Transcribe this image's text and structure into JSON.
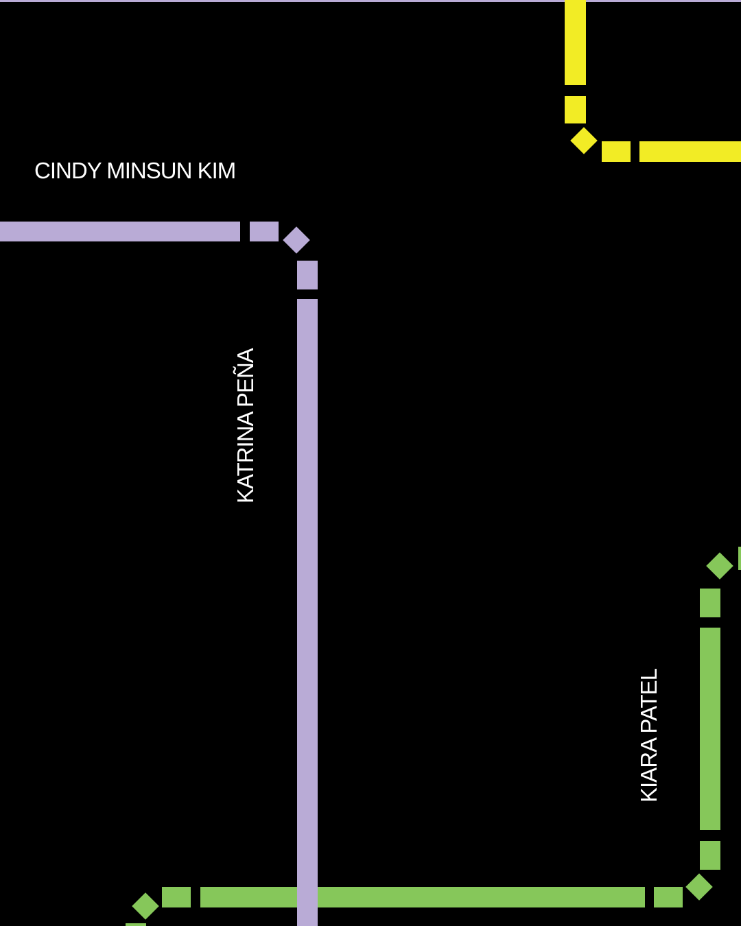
{
  "colors": {
    "background": "#000000",
    "lavender": "#b9abd6",
    "yellow": "#f2ec25",
    "green": "#86c75a",
    "text": "#ffffff"
  },
  "labels": {
    "cindy": "CINDY MINSUN KIM",
    "katrina": "KATRINA PEÑA",
    "kiara": "KIARA PATEL"
  }
}
